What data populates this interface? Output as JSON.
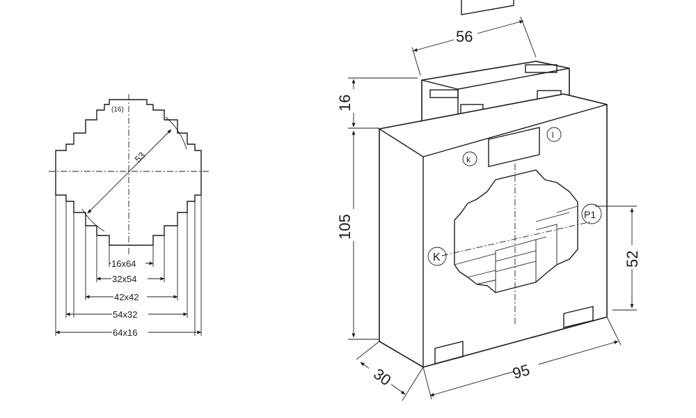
{
  "left_view": {
    "diameter_label": "53",
    "corner_label": "(16)",
    "slot_labels": [
      "16x64",
      "32x54",
      "42x42",
      "54x32",
      "64x16"
    ]
  },
  "right_view": {
    "top_width_label": "56",
    "top_height_label": "16",
    "height_label": "105",
    "window_height_label": "52",
    "depth_label": "30",
    "width_label": "95",
    "terminal_k_label": "k",
    "terminal_l_label": "l",
    "primary_k_label": "K",
    "primary_p_label": "P1"
  }
}
